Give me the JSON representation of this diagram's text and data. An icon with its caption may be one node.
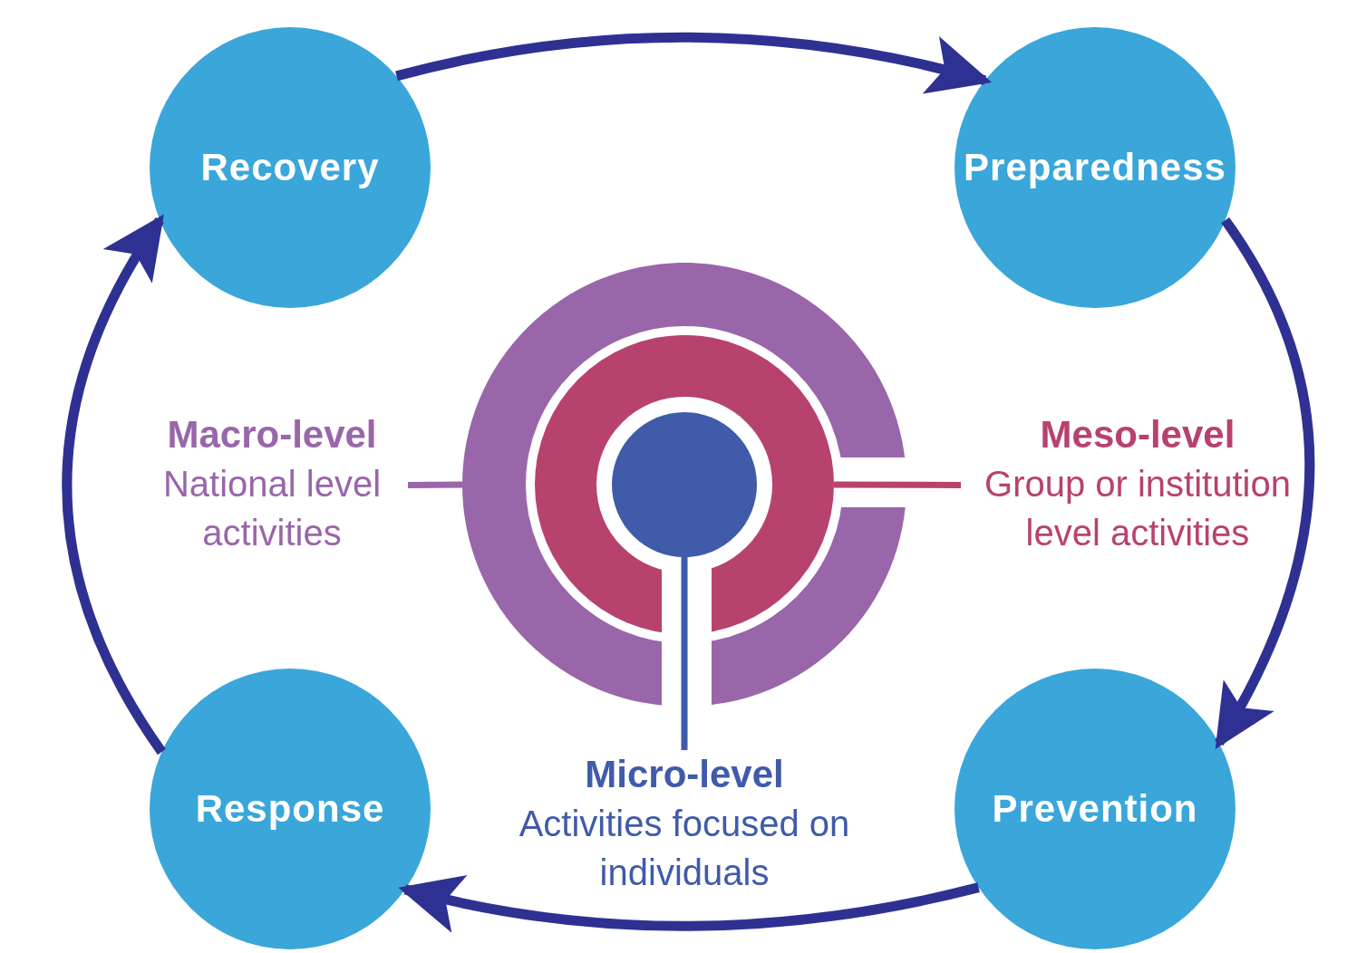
{
  "diagram": {
    "nodes": [
      {
        "text": [
          "Recovery"
        ]
      },
      {
        "text": [
          "Preparedness"
        ]
      },
      {
        "text": [
          "Macro-level",
          "National level activities"
        ]
      },
      {
        "text": [],
        "shape": "circle"
      },
      {
        "text": [],
        "shape": "circle",
        "in": 3
      },
      {
        "text": [],
        "shape": "circle",
        "in": 4
      },
      {
        "text": [
          "Meso-level",
          "Group or institution level activities"
        ]
      },
      {
        "text": [
          "Micro-level",
          "Activities focused on individuals"
        ]
      },
      {
        "text": [
          "Response"
        ]
      },
      {
        "text": [
          "Prevention"
        ]
      }
    ],
    "edges": [
      {
        "from": 0,
        "to": 1,
        "arrow": "to"
      },
      {
        "from": 1,
        "to": 9,
        "arrow": "to"
      },
      {
        "from": 9,
        "to": 8,
        "arrow": "to"
      },
      {
        "from": 8,
        "to": 0,
        "arrow": "to"
      },
      {
        "from": 2,
        "to": 3,
        "arrow": "none",
        "color": "#9966aa"
      },
      {
        "from": 6,
        "to": 4,
        "arrow": "none",
        "color": "#b8426e"
      },
      {
        "from": 7,
        "to": 5,
        "arrow": "none",
        "color": "#3f5ba9"
      }
    ]
  }
}
